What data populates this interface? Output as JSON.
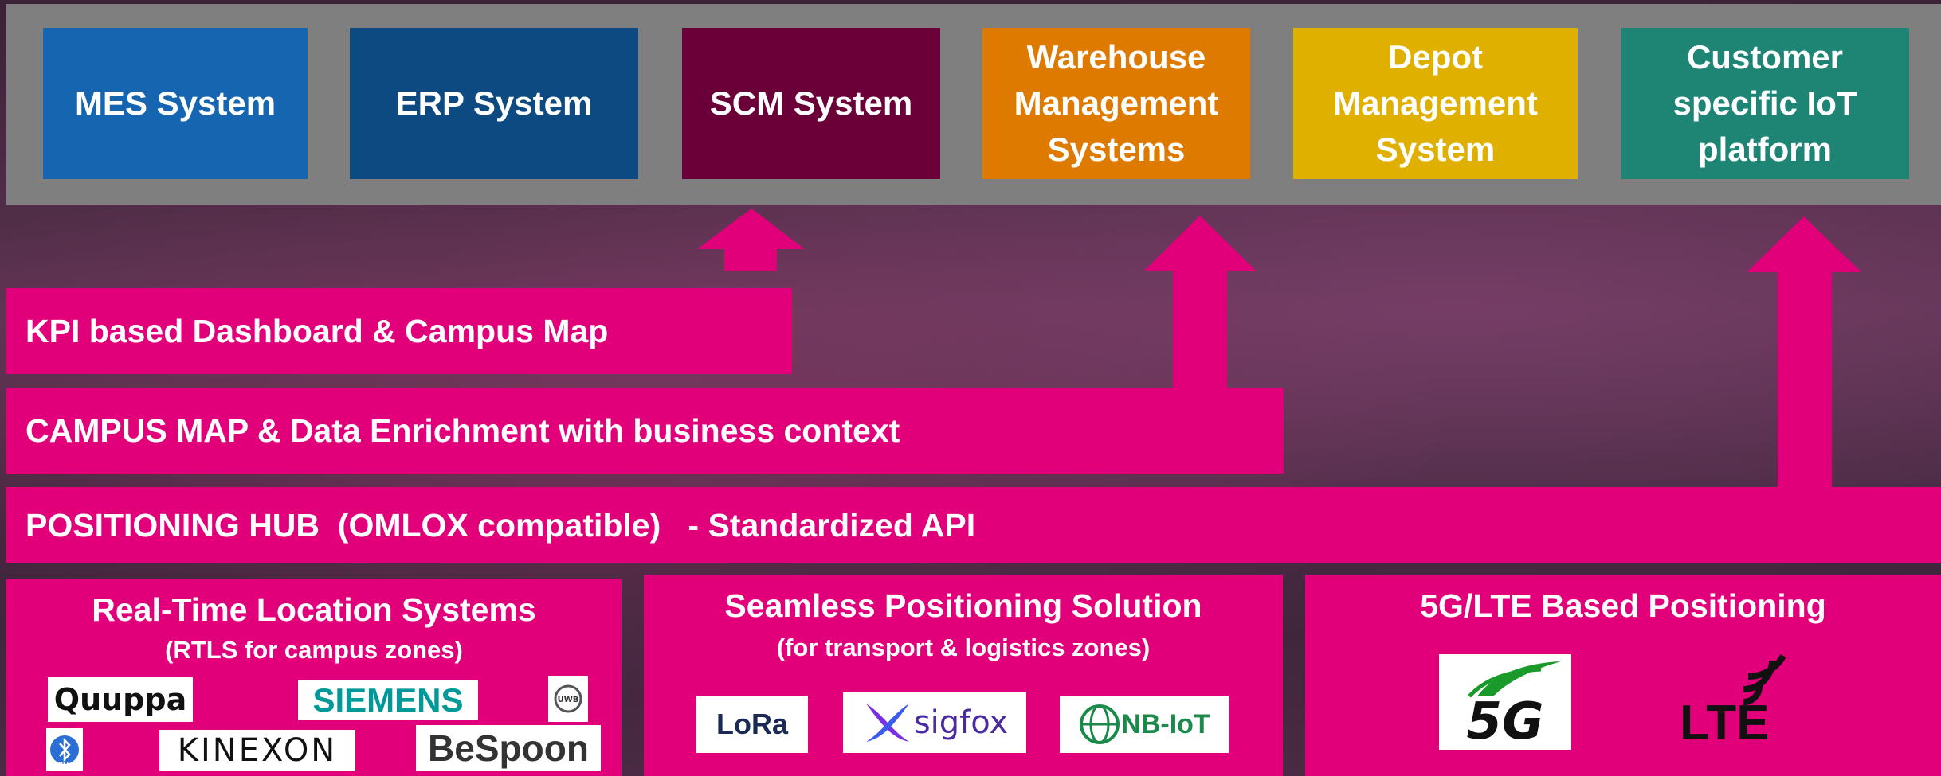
{
  "systems": [
    {
      "label": "MES System",
      "color": "#1565b0"
    },
    {
      "label": "ERP System",
      "color": "#0d4a82"
    },
    {
      "label": "SCM System",
      "color": "#6b0038"
    },
    {
      "label": "Warehouse\nManagement\nSystems",
      "color": "#df7a00"
    },
    {
      "label": "Depot\nManagement\nSystem",
      "color": "#e0b000"
    },
    {
      "label": "Customer\nspecific IoT\nplatform",
      "color": "#1e8575"
    }
  ],
  "layers": {
    "dashboard": "KPI based Dashboard & Campus Map",
    "enrichment": "CAMPUS MAP & Data Enrichment with business context",
    "hub": "POSITIONING HUB  (OMLOX compatible)   - Standardized API"
  },
  "rtls": {
    "title": "Real-Time Location Systems",
    "subtitle": "(RTLS for campus zones)",
    "logos": [
      "Quuppa",
      "SIEMENS",
      "UWB",
      "BLE",
      "KINEXON",
      "BeSpoon"
    ]
  },
  "seamless": {
    "title": "Seamless Positioning Solution",
    "subtitle": "(for transport & logistics zones)",
    "logos": [
      "LoRa",
      "sigfox",
      "NB-IoT"
    ]
  },
  "cellular": {
    "title": "5G/LTE Based Positioning",
    "logos": [
      "5G",
      "LTE"
    ]
  },
  "colors": {
    "pink": "#e2007a",
    "band": "#7f7f7f"
  }
}
